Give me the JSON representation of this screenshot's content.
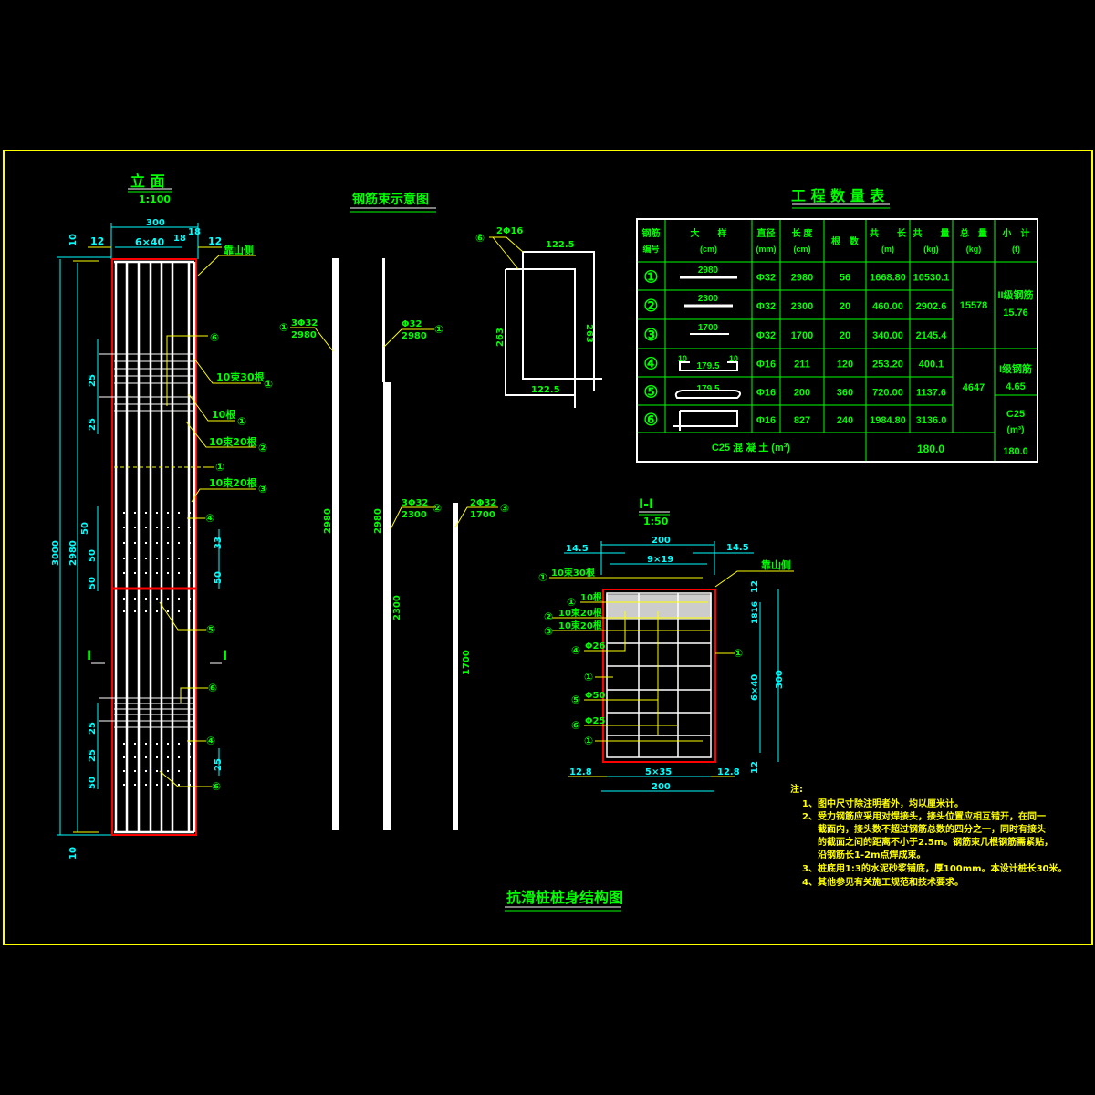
{
  "drawing_title": "抗滑桩桩身结构图",
  "colors": {
    "frame": "#ffff00",
    "pile_outline": "#ff0000",
    "rebar": "#ffffff",
    "dimension": "#00ffff",
    "label": "#00ff00",
    "leader": "#ffff00"
  },
  "elevation": {
    "title": "立 面",
    "scale": "1:100",
    "dim_width": "300",
    "dim_spacing": "6×40",
    "dim_left_cover": "12",
    "dim_right_cover": "12",
    "dim_18a": "18",
    "dim_18b": "18",
    "dim_top": "10",
    "dim_bottom": "10",
    "dim_total": "3000",
    "dim_bar": "2980",
    "dim_25a": "25",
    "dim_25b": "25",
    "dim_50a": "50",
    "dim_50b": "50",
    "dim_50c": "50",
    "dim_33a": "33",
    "dim_33b": "50",
    "dim_25c": "25",
    "dim_25d": "25",
    "dim_25e": "25",
    "dim_50d": "50",
    "side_label": "靠山侧",
    "section_mark_left": "I",
    "section_mark_right": "I",
    "callouts": [
      {
        "text": "",
        "num": "⑥"
      },
      {
        "text": "10束30根",
        "num": "①"
      },
      {
        "text": "10根",
        "num": "①"
      },
      {
        "text": "10束20根",
        "num": "②"
      },
      {
        "text": "",
        "num": "①"
      },
      {
        "text": "10束20根",
        "num": "③"
      },
      {
        "text": "",
        "num": "④"
      },
      {
        "text": "",
        "num": "⑤"
      },
      {
        "text": "",
        "num": "⑥"
      },
      {
        "text": "",
        "num": "④"
      },
      {
        "text": "",
        "num": "⑥"
      }
    ]
  },
  "schematic": {
    "title": "钢筋束示意图",
    "bundle1": {
      "spec": "3Φ32",
      "len": "2980",
      "num": "①"
    },
    "bundle2": {
      "spec": "Φ32",
      "len": "2980",
      "num": "①"
    },
    "bundle3": {
      "spec": "3Φ32",
      "len": "2300",
      "num": "②"
    },
    "bundle4": {
      "spec": "2Φ32",
      "len": "1700",
      "num": "③"
    },
    "vert1": "2980",
    "vert2": "2980",
    "vert3": "2300",
    "vert4": "1700",
    "stirrup": {
      "num": "⑥",
      "spec": "2Φ16",
      "top": "122.5",
      "bottom": "122.5",
      "left": "263",
      "right": "263"
    }
  },
  "table": {
    "title": "工 程 数 量 表",
    "header_lines": [
      [
        "钢筋",
        "编号"
      ],
      [
        "大　　样",
        "(cm)"
      ],
      [
        "直径",
        "(mm)"
      ],
      [
        "长 度",
        "(cm)"
      ],
      [
        "根　数",
        ""
      ],
      [
        "共　　长",
        "(m)"
      ],
      [
        "共　　量",
        "(kg)"
      ],
      [
        "总　量",
        "(kg)"
      ],
      [
        "小　计",
        "(t)"
      ]
    ],
    "rows": [
      {
        "num": "①",
        "sketch": "2980",
        "dia": "Φ32",
        "len": "2980",
        "count": "56",
        "total_len": "1668.80",
        "weight": "10530.1"
      },
      {
        "num": "②",
        "sketch": "2300",
        "dia": "Φ32",
        "len": "2300",
        "count": "20",
        "total_len": "460.00",
        "weight": "2902.6"
      },
      {
        "num": "③",
        "sketch": "1700",
        "dia": "Φ32",
        "len": "1700",
        "count": "20",
        "total_len": "340.00",
        "weight": "2145.4"
      },
      {
        "num": "④",
        "sketch": "179.5",
        "sketch_l": "10",
        "sketch_r": "10",
        "dia": "Φ16",
        "len": "211",
        "count": "120",
        "total_len": "253.20",
        "weight": "400.1"
      },
      {
        "num": "⑤",
        "sketch": "179.5",
        "dia": "Φ16",
        "len": "200",
        "count": "360",
        "total_len": "720.00",
        "weight": "1137.6"
      },
      {
        "num": "⑥",
        "sketch": "",
        "dia": "Φ16",
        "len": "827",
        "count": "240",
        "total_len": "1984.80",
        "weight": "3136.0"
      }
    ],
    "group1_total": "15578",
    "group1_sub_label": "II级钢筋",
    "group1_sub_value": "15.76",
    "group2_total": "4647",
    "group2_sub_label": "I级钢筋",
    "group2_sub_value": "4.65",
    "concrete_label": "C25 混 凝 土 (m³)",
    "concrete_value": "180.0",
    "concrete_sub_label": "C25",
    "concrete_sub_unit": "(m³)",
    "concrete_sub_value": "180.0"
  },
  "section": {
    "title": "I-I",
    "scale": "1:50",
    "dim_width_top": "200",
    "dim_left": "14.5",
    "dim_right": "14.5",
    "dim_spacing_top": "9×19",
    "dim_width_bottom": "200",
    "dim_spacing_bottom": "5×35",
    "dim_left_bottom": "12.8",
    "dim_right_bottom": "12.8",
    "dim_height": "300",
    "dim_spacing_v": "6×40",
    "dim_top_cover": "12",
    "dim_bottom_cover": "12",
    "dim_1816": "1816",
    "side_label": "靠山侧",
    "callouts": [
      {
        "text": "10束30根",
        "num": "①"
      },
      {
        "text": "10根",
        "num": "①"
      },
      {
        "text": "10束20根",
        "num": "②"
      },
      {
        "text": "10束20根",
        "num": "③"
      },
      {
        "text": "Φ26",
        "num": "④"
      },
      {
        "text": "",
        "num": "①"
      },
      {
        "text": "Φ50",
        "num": "⑤"
      },
      {
        "text": "Φ25",
        "num": "⑥"
      },
      {
        "text": "",
        "num": "①"
      },
      {
        "text": "",
        "num": "①"
      }
    ]
  },
  "notes": {
    "heading": "注:",
    "lines": [
      "1、图中尺寸除注明者外，均以厘米计。",
      "2、受力钢筋应采用对焊接头，接头位置应相互错开，在同一",
      "截面内，接头数不超过钢筋总数的四分之一，同时有接头",
      "的截面之间的距离不小于2.5m。钢筋束几根钢筋需紧贴，",
      "沿钢筋长1-2m点焊成束。",
      "3、桩底用1:3的水泥砂浆铺底，厚100mm。本设计桩长30米。",
      "4、其他参见有关施工规范和技术要求。"
    ]
  }
}
